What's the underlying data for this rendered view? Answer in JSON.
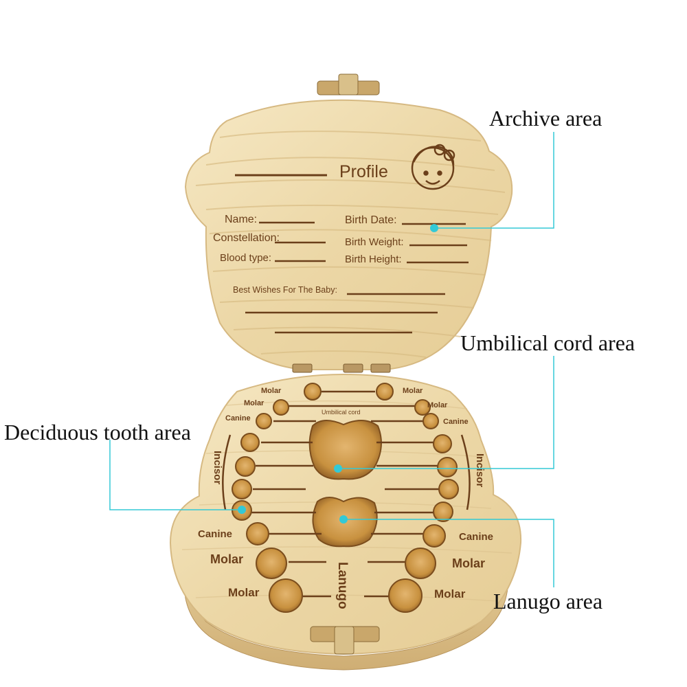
{
  "callouts": {
    "archive": "Archive area",
    "umbilical": "Umbilical cord area",
    "deciduous": "Deciduous tooth area",
    "lanugo": "Lanugo area"
  },
  "lid": {
    "title": "Profile",
    "name": "Name:",
    "birth_date": "Birth Date:",
    "constellation": "Constellation:",
    "birth_weight": "Birth Weight:",
    "blood_type": "Blood type:",
    "birth_height": "Birth Height:",
    "wishes": "Best Wishes For The Baby:"
  },
  "tray": {
    "molar": "Molar",
    "canine": "Canine",
    "incisor": "Incisor",
    "umbilical_cord": "Umbilical cord",
    "lanugo": "Lanugo"
  },
  "colors": {
    "callout_line": "#33c9d6",
    "wood_light": "#efdfb5",
    "wood_dark": "#c79a5c",
    "engrave": "#6b3f1a"
  }
}
